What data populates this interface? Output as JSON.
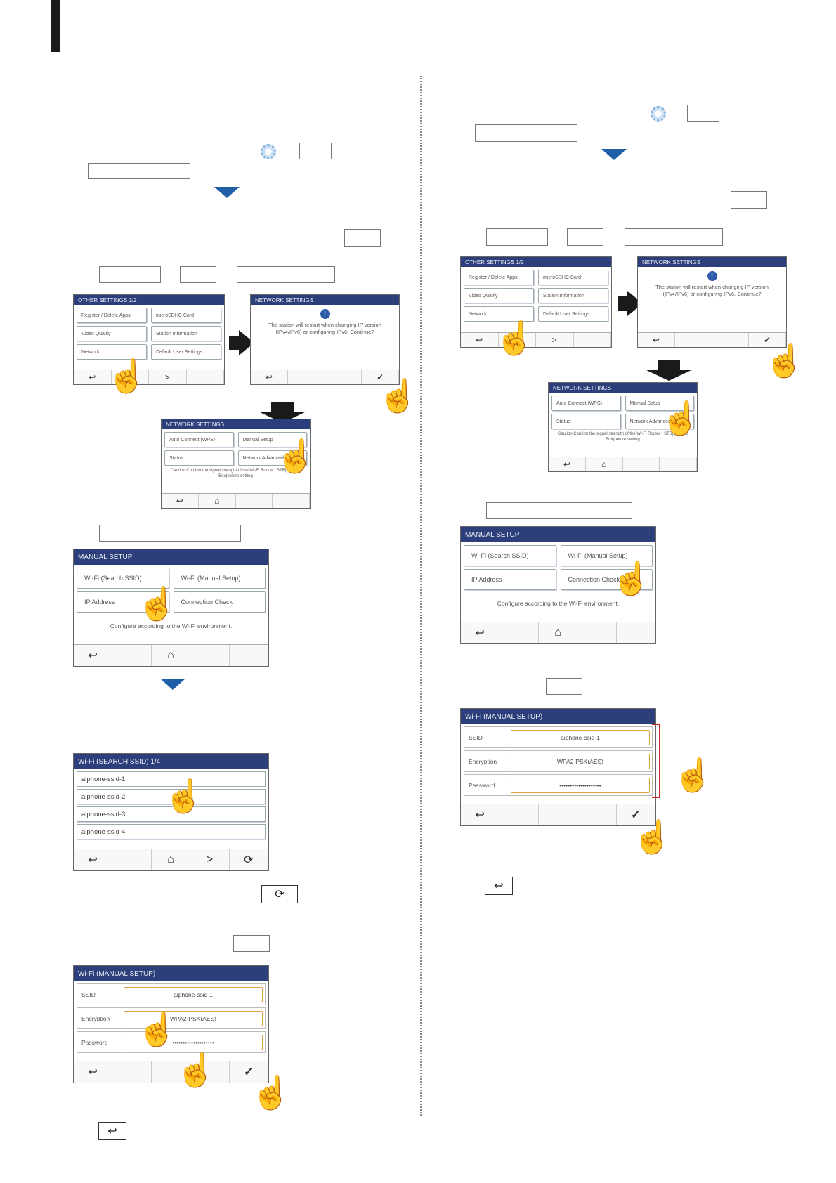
{
  "screens": {
    "other_settings": {
      "title": "OTHER SETTINGS  1/2",
      "buttons": [
        "Register / Delete Apps",
        "microSDHC Card",
        "Video Quality",
        "Station Information",
        "Network",
        "Default User Settings"
      ]
    },
    "network_confirm": {
      "title": "NETWORK SETTINGS",
      "warn": "!",
      "message": "The station will restart when changing IP version (IPv4/IPv6) or configuring IPv6. Continue?"
    },
    "network_settings": {
      "title": "NETWORK SETTINGS",
      "buttons": [
        "Auto Connect (WPS)",
        "Manual Setup",
        "Status",
        "Network Advanced"
      ],
      "caution": "Caution Confirm the signal strength of the Wi-Fi Router / STB(Set Top Box)before setting"
    },
    "manual_setup": {
      "title": "MANUAL SETUP",
      "buttons": [
        "Wi-Fi (Search SSID)",
        "Wi-Fi (Manual Setup)",
        "IP Address",
        "Connection Check"
      ],
      "note": "Configure according to the Wi-Fi environment."
    },
    "search_ssid": {
      "title": "Wi-Fi (SEARCH SSID)  1/4",
      "items": [
        "alphone-ssid-1",
        "alphone-ssid-2",
        "alphone-ssid-3",
        "alphone-ssid-4"
      ]
    },
    "wifi_manual": {
      "title": "Wi-Fi (MANUAL SETUP)",
      "fields": [
        {
          "label": "SSID",
          "value": "aiphone-ssid-1"
        },
        {
          "label": "Encryption",
          "value": "WPA2-PSK(AES)"
        },
        {
          "label": "Password",
          "value": "••••••••••••••••••••"
        }
      ]
    }
  },
  "footer_icons": {
    "back": "↩",
    "home": "⌂",
    "next": ">",
    "refresh": "⟳",
    "check": "✓"
  },
  "hand_glyph": "☝"
}
